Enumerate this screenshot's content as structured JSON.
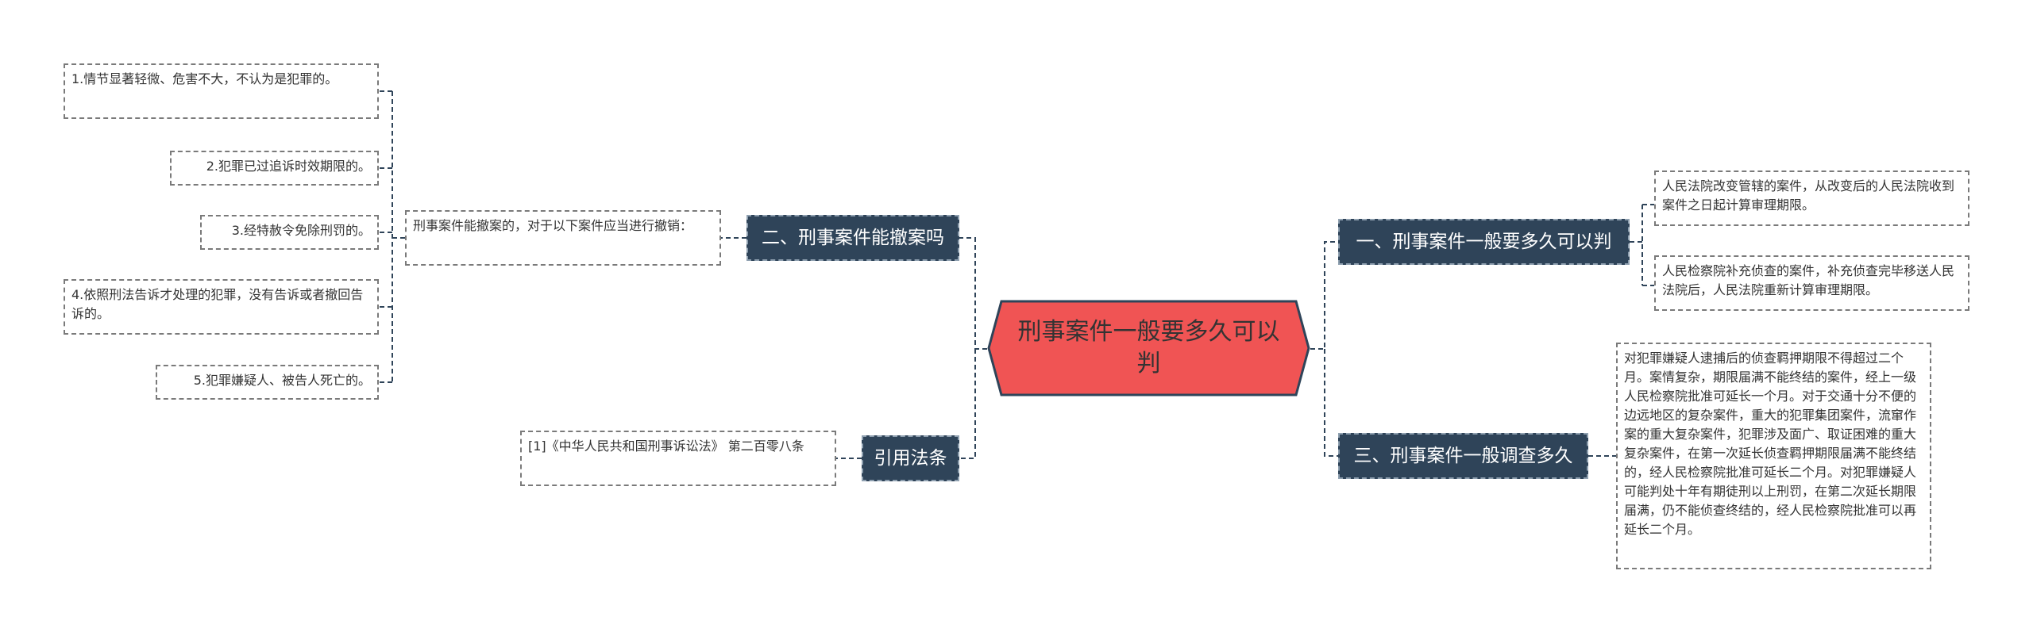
{
  "central": {
    "title": "刑事案件一般要多久可以判"
  },
  "colors": {
    "central_fill": "#f05454",
    "central_stroke": "#2f4459",
    "branch_fill": "#2f4459",
    "line": "#2f4459"
  },
  "left": {
    "branch_withdraw": {
      "label": "二、刑事案件能撤案吗",
      "intro": "刑事案件能撤案的，对于以下案件应当进行撤销：",
      "items": [
        "1.情节显著轻微、危害不大，不认为是犯罪的。",
        "2.犯罪已过追诉时效期限的。",
        "3.经特赦令免除刑罚的。",
        "4.依照刑法告诉才处理的犯罪，没有告诉或者撤回告诉的。",
        "5.犯罪嫌疑人、被告人死亡的。"
      ]
    },
    "branch_law": {
      "label": "引用法条",
      "citation": "[1]《中华人民共和国刑事诉讼法》 第二百零八条"
    }
  },
  "right": {
    "branch_trial": {
      "label": "一、刑事案件一般要多久可以判",
      "items": [
        "人民法院改变管辖的案件，从改变后的人民法院收到案件之日起计算审理期限。",
        "人民检察院补充侦查的案件，补充侦查完毕移送人民法院后，人民法院重新计算审理期限。"
      ]
    },
    "branch_investigation": {
      "label": "三、刑事案件一般调查多久",
      "detail": "对犯罪嫌疑人逮捕后的侦查羁押期限不得超过二个月。案情复杂，期限届满不能终结的案件，经上一级人民检察院批准可延长一个月。对于交通十分不便的边远地区的复杂案件，重大的犯罪集团案件，流窜作案的重大复杂案件，犯罪涉及面广、取证困难的重大复杂案件，在第一次延长侦查羁押期限届满不能终结的，经人民检察院批准可延长二个月。对犯罪嫌疑人可能判处十年有期徒刑以上刑罚，在第二次延长期限届满，仍不能侦查终结的，经人民检察院批准可以再延长二个月。"
    }
  }
}
